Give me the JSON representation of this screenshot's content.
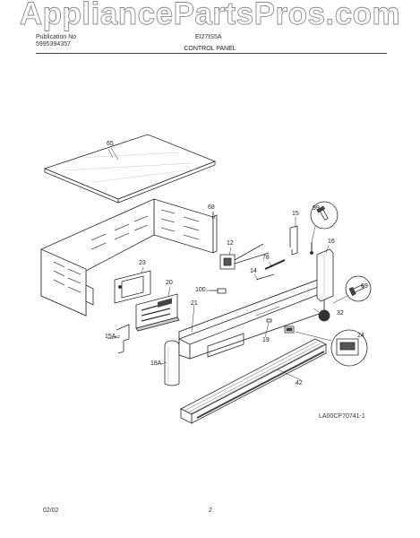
{
  "watermark": "AppliancePartsPros.com",
  "header": {
    "brand": "Publication No",
    "pub_number": "5995394357",
    "model": "EI27IS5A",
    "section_title": "CONTROL PANEL"
  },
  "diagram_ref": "LA00CP70741-1",
  "footer": {
    "date": "02/02",
    "page": "2"
  },
  "parts": {
    "p65": "65",
    "p68": "68",
    "p15": "15",
    "p99": "99",
    "p16": "16",
    "p12": "12",
    "p78": "78",
    "p14": "14",
    "p23": "23",
    "p20": "20",
    "p100": "100",
    "p69": "69",
    "p32": "32",
    "p21": "21",
    "p15a": "15A",
    "p19": "19",
    "p18a": "18A",
    "p24": "24",
    "p42": "42"
  },
  "colors": {
    "line": "#2a2a2a",
    "shade": "#9a9a9a",
    "dark": "#3a3a3a"
  }
}
